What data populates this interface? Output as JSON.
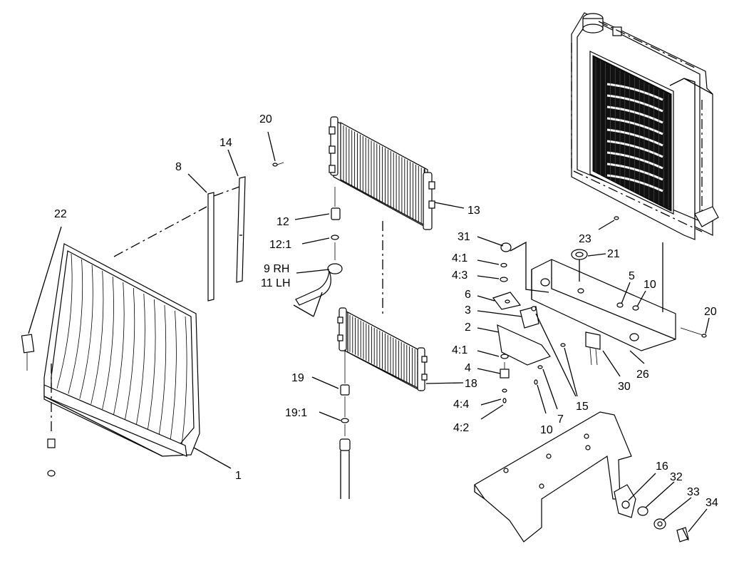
{
  "callouts": [
    {
      "id": "c20a",
      "text": "20"
    },
    {
      "id": "c14",
      "text": "14"
    },
    {
      "id": "c8",
      "text": "8"
    },
    {
      "id": "c22",
      "text": "22"
    },
    {
      "id": "c12",
      "text": "12"
    },
    {
      "id": "c12_1",
      "text": "12:1"
    },
    {
      "id": "c9",
      "text": "9 RH"
    },
    {
      "id": "c11",
      "text": "11 LH"
    },
    {
      "id": "c13",
      "text": "13"
    },
    {
      "id": "c31",
      "text": "31"
    },
    {
      "id": "c4_1a",
      "text": "4:1"
    },
    {
      "id": "c4_3",
      "text": "4:3"
    },
    {
      "id": "c6",
      "text": "6"
    },
    {
      "id": "c3",
      "text": "3"
    },
    {
      "id": "c2",
      "text": "2"
    },
    {
      "id": "c4_1b",
      "text": "4:1"
    },
    {
      "id": "c4",
      "text": "4"
    },
    {
      "id": "c4_4",
      "text": "4:4"
    },
    {
      "id": "c4_2",
      "text": "4:2"
    },
    {
      "id": "c19",
      "text": "19"
    },
    {
      "id": "c19_1",
      "text": "19:1"
    },
    {
      "id": "c18",
      "text": "18"
    },
    {
      "id": "c1",
      "text": "1"
    },
    {
      "id": "c23",
      "text": "23"
    },
    {
      "id": "c21",
      "text": "21"
    },
    {
      "id": "c5",
      "text": "5"
    },
    {
      "id": "c10a",
      "text": "10"
    },
    {
      "id": "c20b",
      "text": "20"
    },
    {
      "id": "c26",
      "text": "26"
    },
    {
      "id": "c30",
      "text": "30"
    },
    {
      "id": "c15",
      "text": "15"
    },
    {
      "id": "c7",
      "text": "7"
    },
    {
      "id": "c10b",
      "text": "10"
    },
    {
      "id": "c16",
      "text": "16"
    },
    {
      "id": "c32",
      "text": "32"
    },
    {
      "id": "c33",
      "text": "33"
    },
    {
      "id": "c34",
      "text": "34"
    }
  ]
}
